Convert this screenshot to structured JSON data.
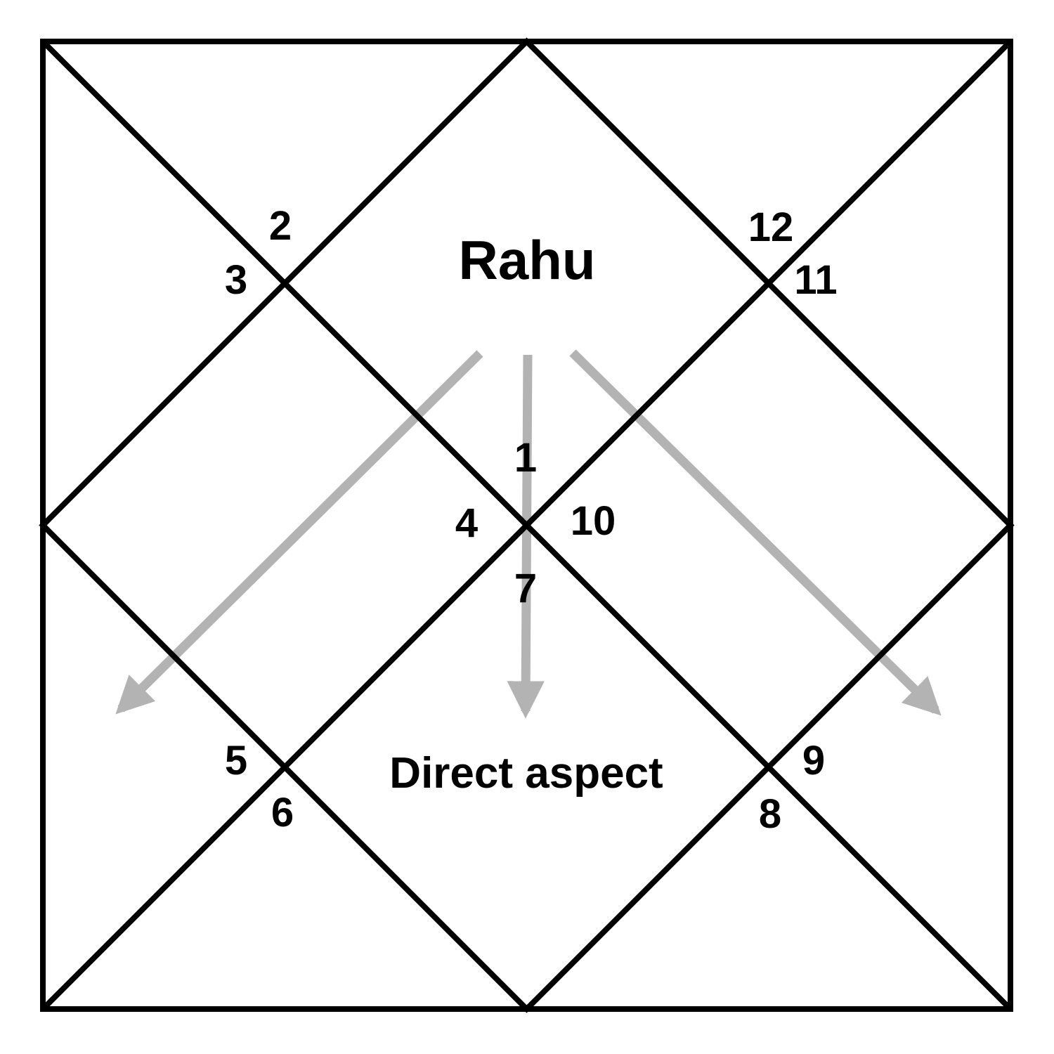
{
  "chart": {
    "planet_label": "Rahu",
    "aspect_label": "Direct aspect",
    "houses": [
      {
        "label": "1"
      },
      {
        "label": "2"
      },
      {
        "label": "3"
      },
      {
        "label": "4"
      },
      {
        "label": "5"
      },
      {
        "label": "6"
      },
      {
        "label": "7"
      },
      {
        "label": "8"
      },
      {
        "label": "9"
      },
      {
        "label": "10"
      },
      {
        "label": "11"
      },
      {
        "label": "12"
      }
    ]
  },
  "colors": {
    "line": "#000000",
    "arrow": "#b3b3b3",
    "text": "#000000",
    "background": "#ffffff"
  }
}
